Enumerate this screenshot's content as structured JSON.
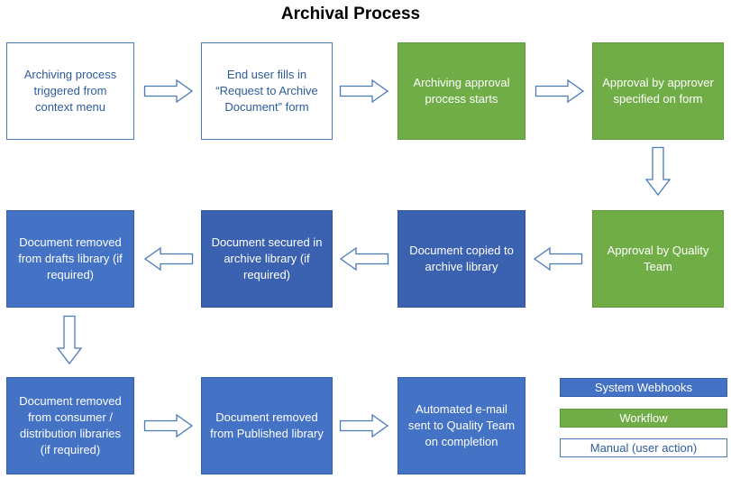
{
  "title": "Archival Process",
  "nodes": {
    "n1": "Archiving process triggered from context menu",
    "n2": "End user fills in “Request to Archive Document” form",
    "n3": "Archiving approval process starts",
    "n4": "Approval by approver specified on form",
    "n5": "Approval by Quality Team",
    "n6": "Document copied to archive library",
    "n7": "Document secured in archive library (if required)",
    "n8": "Document removed from drafts library (if required)",
    "n9": "Document removed from consumer / distribution libraries (if required)",
    "n10": "Document removed from Published library",
    "n11": "Automated e-mail sent to Quality Team on completion"
  },
  "legend": {
    "system": "System Webhooks",
    "workflow": "Workflow",
    "manual": "Manual (user action)"
  },
  "colors": {
    "system": "#4472c4",
    "workflow": "#70ad47",
    "manual_border": "#4a7ab8"
  }
}
